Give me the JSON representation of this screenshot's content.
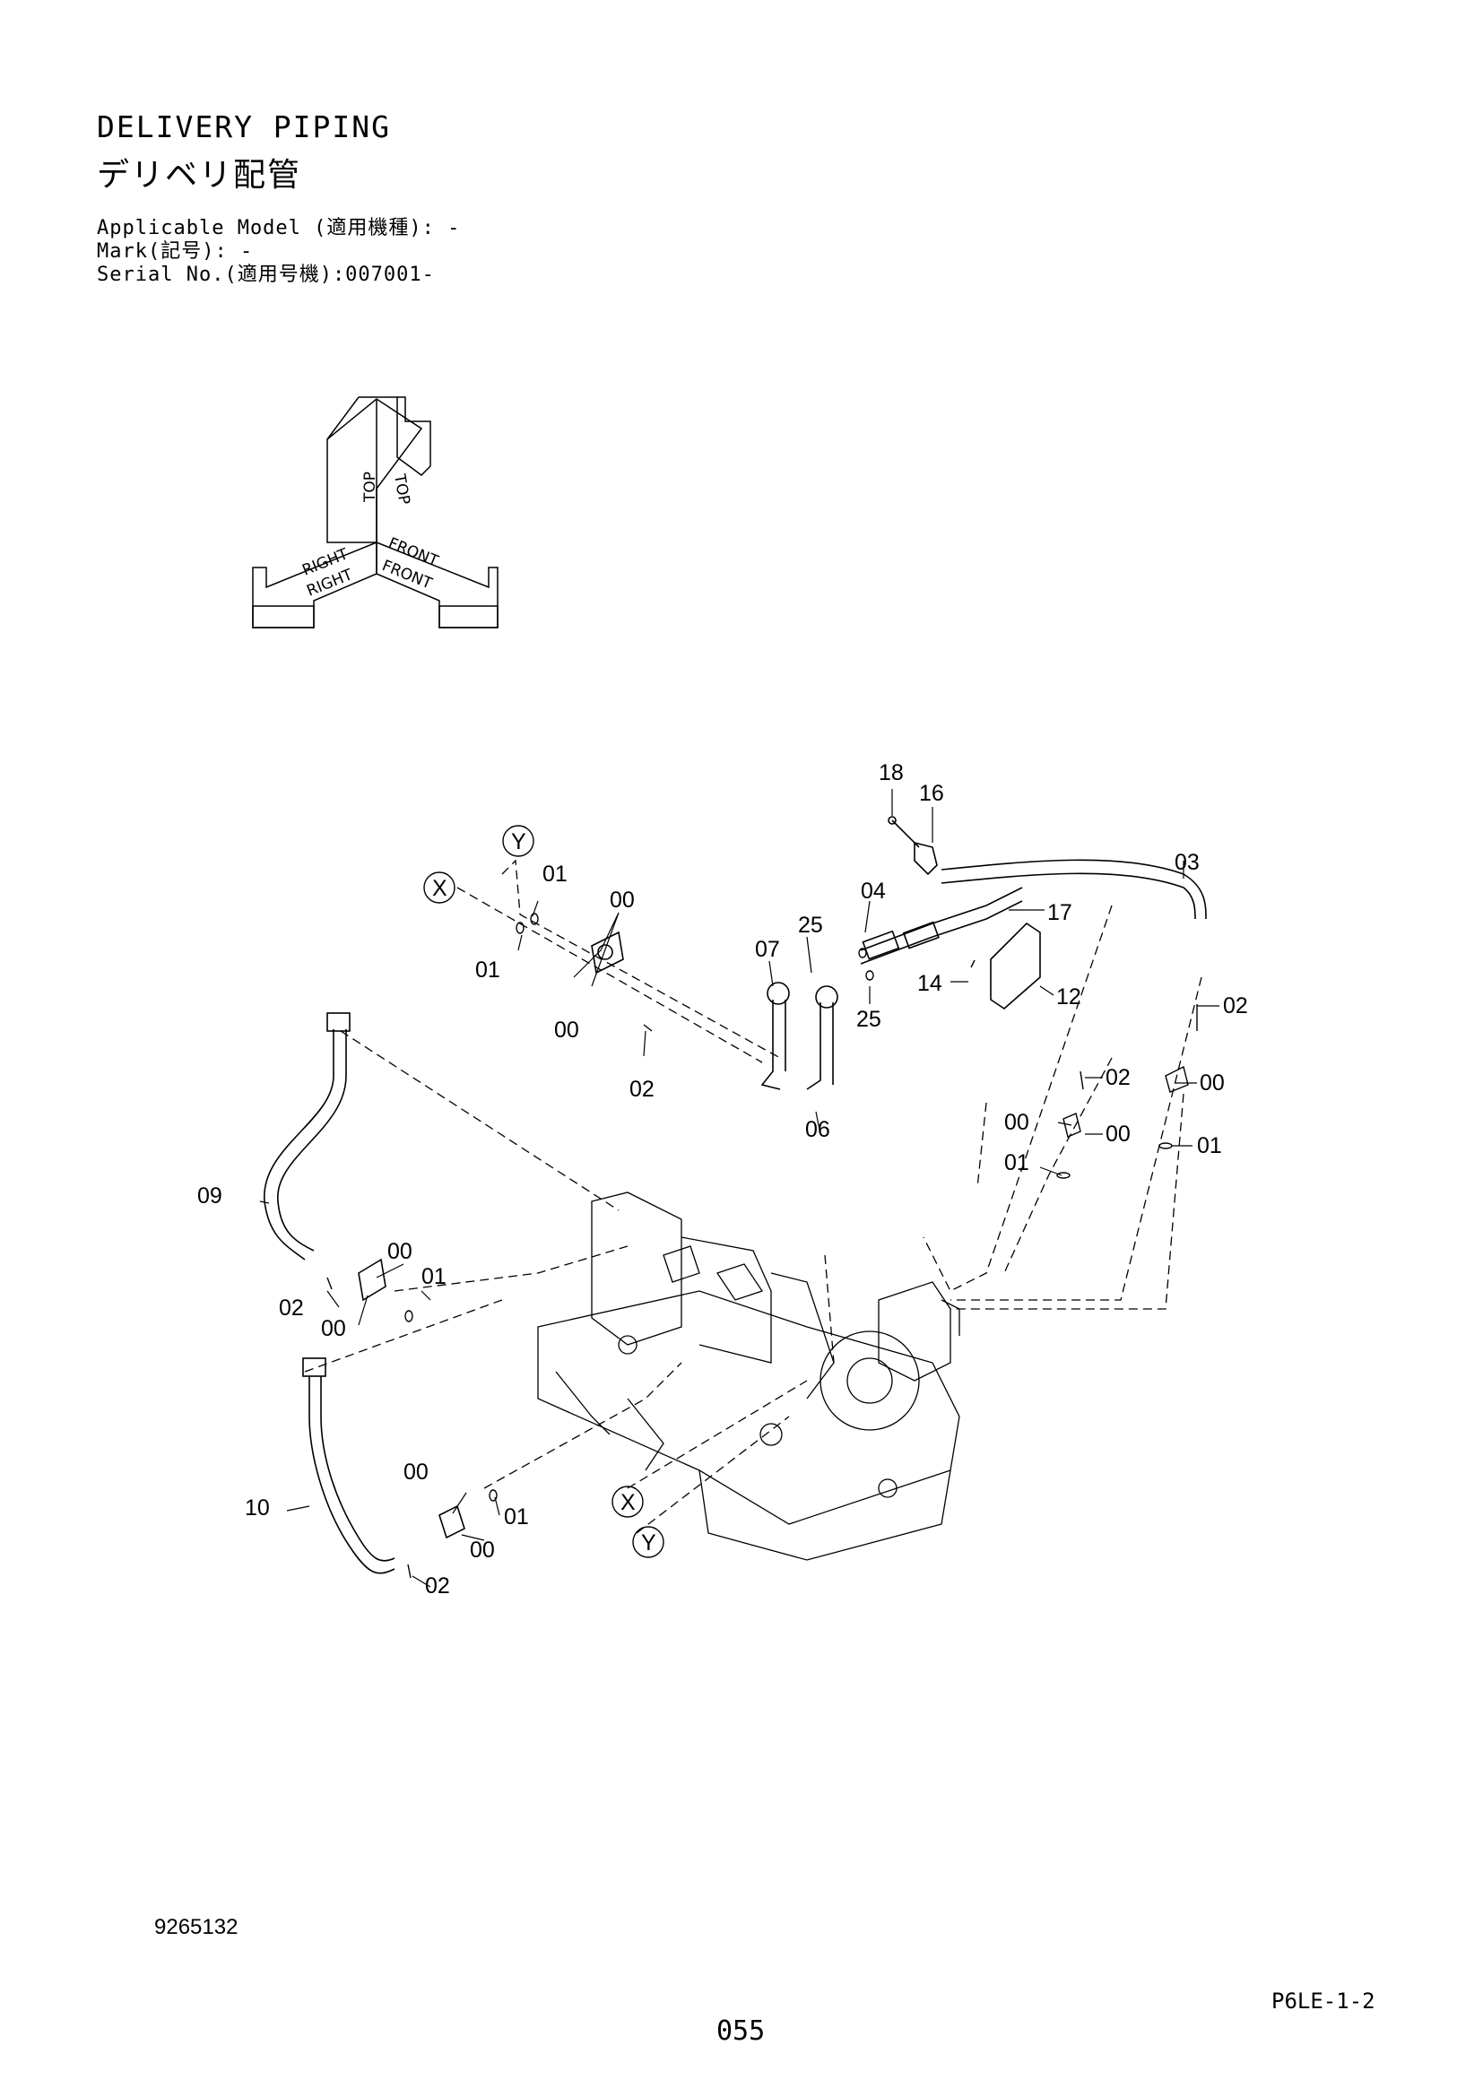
{
  "header": {
    "title_en": "DELIVERY PIPING",
    "title_jp": "デリベリ配管",
    "applicable_model": "Applicable Model (適用機種): -",
    "mark": "Mark(記号): -",
    "serial": "Serial No.(適用号機):007001-"
  },
  "orientation": {
    "top": "TOP",
    "right": "RIGHT",
    "front": "FRONT"
  },
  "connectors": {
    "x": "X",
    "y": "Y"
  },
  "callouts": {
    "c18": "18",
    "c16": "16",
    "c03": "03",
    "c04": "04",
    "c25a": "25",
    "c07": "07",
    "c17": "17",
    "c14": "14",
    "c12": "12",
    "c25b": "25",
    "c01a": "01",
    "c01b": "01",
    "c00a": "00",
    "c00b": "00",
    "c02a": "02",
    "c06": "06",
    "c02b": "02",
    "c02c": "02",
    "c00c": "00",
    "c00d": "00",
    "c00e": "00",
    "c01c": "01",
    "c01d": "01",
    "c09": "09",
    "c00f": "00",
    "c01e": "01",
    "c02d": "02",
    "c00g": "00",
    "c10": "10",
    "c00h": "00",
    "c01f": "01",
    "c00i": "00",
    "c02e": "02"
  },
  "footer": {
    "drawing_number": "9265132",
    "page_code": "P6LE-1-2",
    "page_number": "055"
  }
}
